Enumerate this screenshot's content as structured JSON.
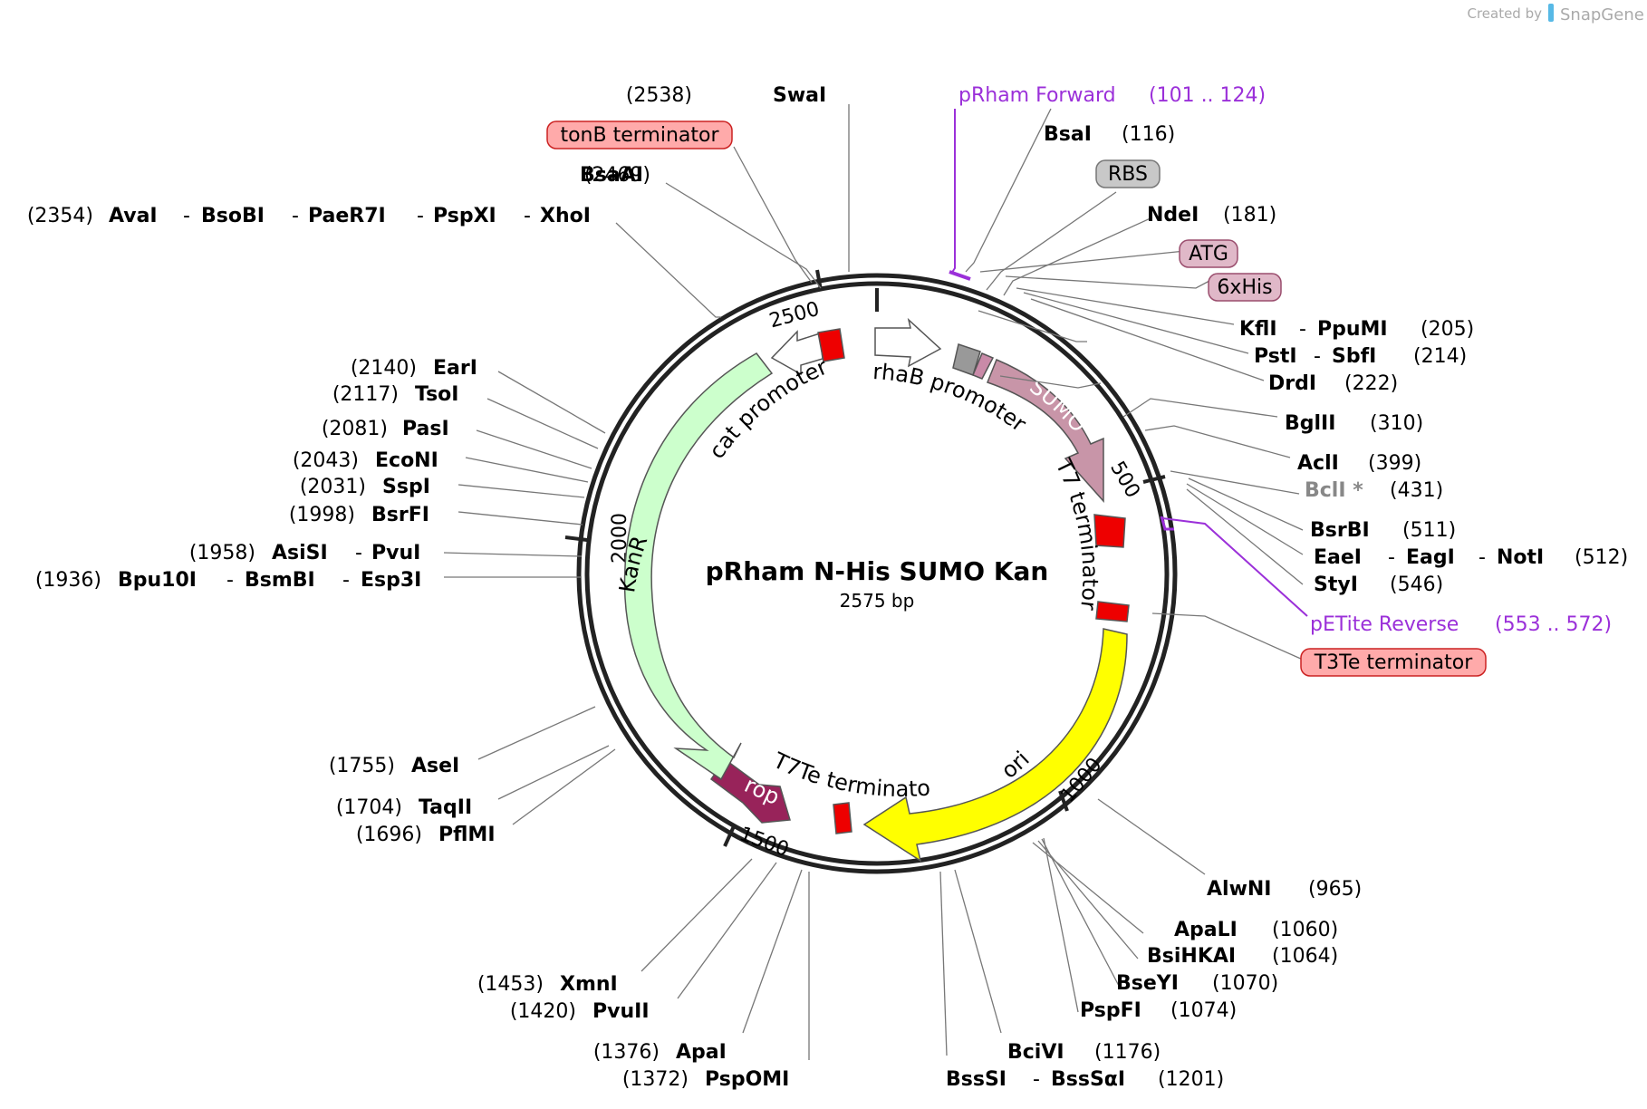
{
  "watermark": {
    "created_by": "Created by",
    "brand": "SnapGene"
  },
  "plasmid": {
    "name": "pRham N-His SUMO Kan",
    "size": "2575 bp"
  },
  "ticks": [
    "500",
    "1000",
    "1500",
    "2000",
    "2500"
  ],
  "features": {
    "cat_promoter": "cat promoter",
    "rhaB_promoter": "rhaB promoter",
    "sumo": "SUMO",
    "t7_terminator": "T7 terminator",
    "kanr": "KanR",
    "ori": "ori",
    "rop": "rop",
    "t7te_terminator": "T7Te terminator"
  },
  "boxed_labels": {
    "tonB": "tonB terminator",
    "rbs": "RBS",
    "atg": "ATG",
    "his": "6xHis",
    "t3te": "T3Te terminator"
  },
  "primers": {
    "forward": {
      "name": "pRham Forward",
      "range": "(101 .. 124)"
    },
    "reverse": {
      "name": "pETite Reverse",
      "range": "(553 .. 572)"
    }
  },
  "sites": {
    "swai": {
      "pos": "(2538)",
      "name": "SwaI"
    },
    "bsaai": {
      "pos": "(2469)",
      "name": "BsaAI"
    },
    "avai_group": {
      "pos": "(2354)",
      "names": [
        "AvaI",
        "BsoBI",
        "PaeR7I",
        "PspXI",
        "XhoI"
      ]
    },
    "eari": {
      "pos": "(2140)",
      "name": "EarI"
    },
    "tsoi": {
      "pos": "(2117)",
      "name": "TsoI"
    },
    "pasi": {
      "pos": "(2081)",
      "name": "PasI"
    },
    "econi": {
      "pos": "(2043)",
      "name": "EcoNI"
    },
    "sspi": {
      "pos": "(2031)",
      "name": "SspI"
    },
    "bsrfi": {
      "pos": "(1998)",
      "name": "BsrFI"
    },
    "asisi_group": {
      "pos": "(1958)",
      "names": [
        "AsiSI",
        "PvuI"
      ]
    },
    "bpu_group": {
      "pos": "(1936)",
      "names": [
        "Bpu10I",
        "BsmBI",
        "Esp3I"
      ]
    },
    "asei": {
      "pos": "(1755)",
      "name": "AseI"
    },
    "taqii": {
      "pos": "(1704)",
      "name": "TaqII"
    },
    "pflmi": {
      "pos": "(1696)",
      "name": "PflMI"
    },
    "xmni": {
      "pos": "(1453)",
      "name": "XmnI"
    },
    "pvuii": {
      "pos": "(1420)",
      "name": "PvuII"
    },
    "apai": {
      "pos": "(1376)",
      "name": "ApaI"
    },
    "pspomi": {
      "pos": "(1372)",
      "name": "PspOMI"
    },
    "bcivi": {
      "name": "BciVI",
      "pos": "(1176)"
    },
    "bsssi_group": {
      "names": [
        "BssSI",
        "BssSαI"
      ],
      "pos": "(1201)"
    },
    "alwni": {
      "name": "AlwNI",
      "pos": "(965)"
    },
    "apali": {
      "name": "ApaLI",
      "pos": "(1060)"
    },
    "bsihkai": {
      "name": "BsiHKAI",
      "pos": "(1064)"
    },
    "bseyi": {
      "name": "BseYI",
      "pos": "(1070)"
    },
    "pspfi": {
      "name": "PspFI",
      "pos": "(1074)"
    },
    "bsai": {
      "name": "BsaI",
      "pos": "(116)"
    },
    "ndei": {
      "name": "NdeI",
      "pos": "(181)"
    },
    "kfli_group": {
      "names": [
        "KflI",
        "PpuMI"
      ],
      "pos": "(205)"
    },
    "psti_group": {
      "names": [
        "PstI",
        "SbfI"
      ],
      "pos": "(214)"
    },
    "drdi": {
      "name": "DrdI",
      "pos": "(222)"
    },
    "bglii": {
      "name": "BglII",
      "pos": "(310)"
    },
    "acli": {
      "name": "AclI",
      "pos": "(399)"
    },
    "bcli": {
      "name": "BclI *",
      "pos": "(431)"
    },
    "bsrbi": {
      "name": "BsrBI",
      "pos": "(511)"
    },
    "eaei_group": {
      "names": [
        "EaeI",
        "EagI",
        "NotI"
      ],
      "pos": "(512)"
    },
    "styi": {
      "name": "StyI",
      "pos": "(546)"
    }
  },
  "separator": "-"
}
